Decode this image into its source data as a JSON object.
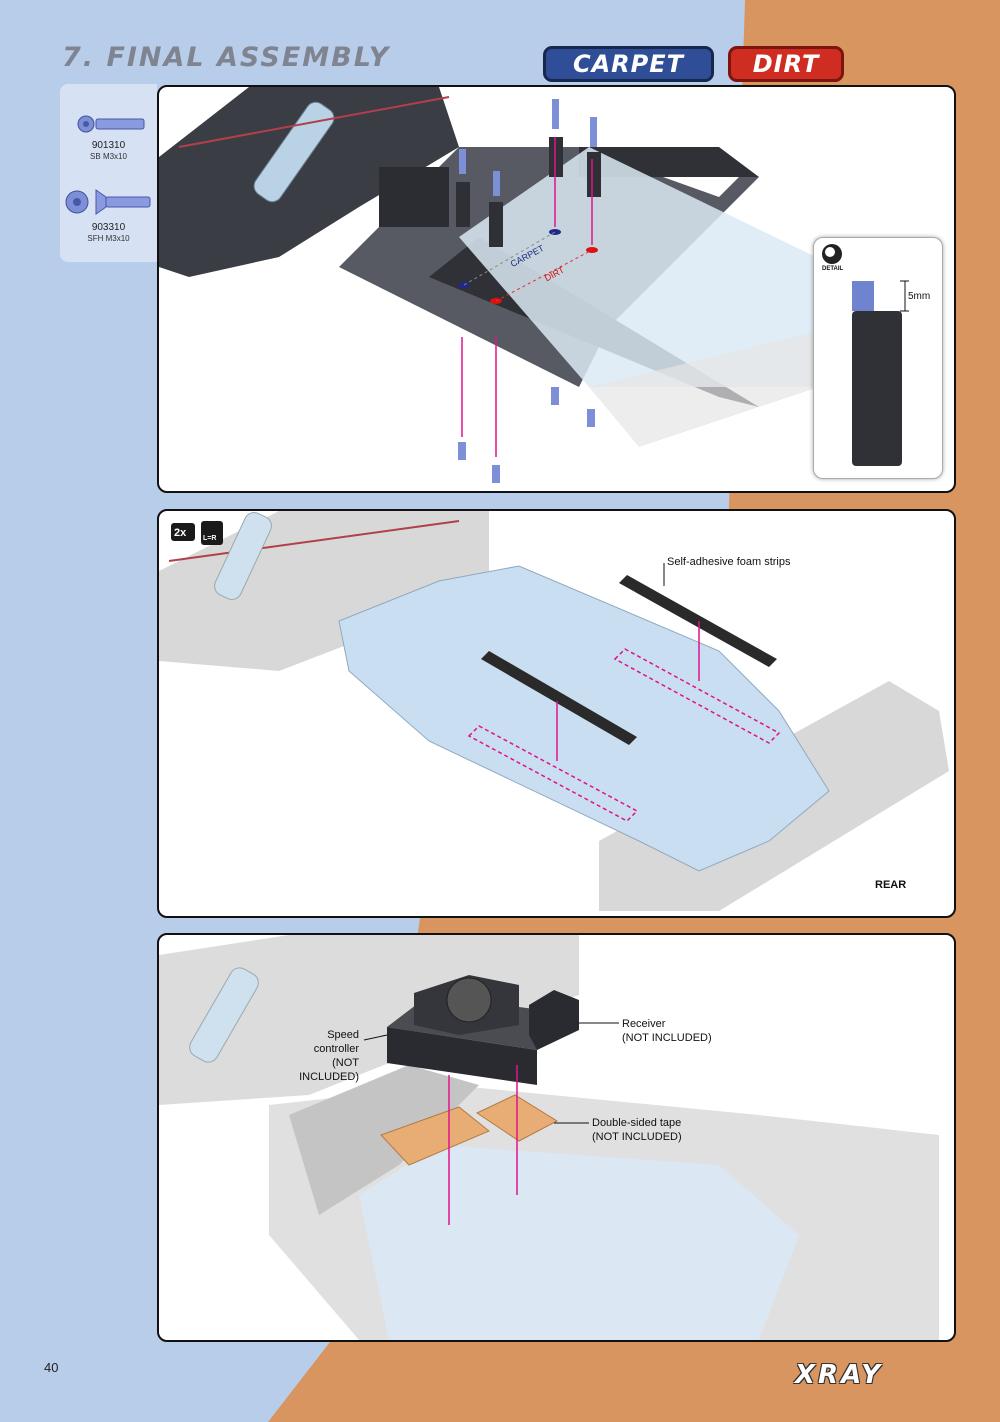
{
  "page": {
    "title": "7. FINAL ASSEMBLY",
    "page_number": "40",
    "brand": "XRAY"
  },
  "surface_badges": {
    "carpet": "CARPET",
    "dirt": "DIRT"
  },
  "parts": [
    {
      "code": "901310",
      "name": "SB M3x10",
      "icon": "button-head-screw-icon"
    },
    {
      "code": "903310",
      "name": "SFH M3x10",
      "icon": "flat-head-screw-icon"
    }
  ],
  "step1": {
    "carpet_label": "CARPET",
    "dirt_label": "DIRT",
    "detail_title": "DETAIL",
    "detail_measure": "5mm"
  },
  "step2": {
    "quantity": "2x",
    "symmetry": "L=R",
    "foam_label": "Self-adhesive foam strips",
    "rear_label": "REAR"
  },
  "step3": {
    "speed_controller": [
      "Speed controller",
      "(NOT INCLUDED)"
    ],
    "receiver": [
      "Receiver",
      "(NOT INCLUDED)"
    ],
    "tape": [
      "Double-sided tape",
      "(NOT INCLUDED)"
    ]
  },
  "colors": {
    "left_bg": "#b8cdea",
    "right_bg": "#d8955f",
    "arrow": "#e0148a",
    "carpet": "#2f4e97",
    "dirt": "#cf2c22"
  }
}
